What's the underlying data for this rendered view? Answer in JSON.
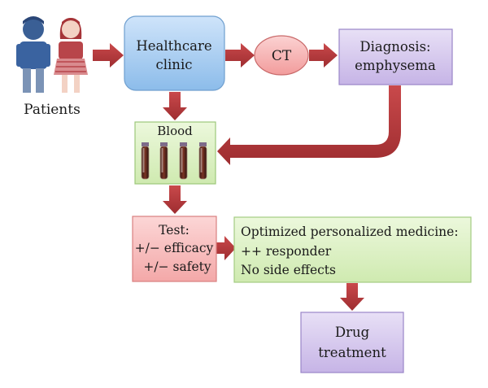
{
  "patients": {
    "label": "Patients"
  },
  "clinic": {
    "line1": "Healthcare",
    "line2": "clinic"
  },
  "ct": {
    "label": "CT"
  },
  "diagnosis": {
    "line1": "Diagnosis:",
    "line2": "emphysema"
  },
  "blood": {
    "label": "Blood"
  },
  "test": {
    "line1": "Test:",
    "line2": "+/− efficacy",
    "line3": "+/− safety"
  },
  "medicine": {
    "line1": "Optimized personalized medicine:",
    "line2": "++ responder",
    "line3": "No side effects"
  },
  "drug": {
    "line1": "Drug",
    "line2": "treatment"
  },
  "colors": {
    "arrow": "#b5393b",
    "clinic_fill": "#a9cdf0",
    "ct_fill": "#f7b3b3",
    "diagnosis_fill": "#d5c8ec",
    "blood_fill": "#dcf0c2",
    "test_fill": "#f7bcbc",
    "medicine_fill": "#e6f6cf",
    "drug_fill": "#d5c8ec"
  }
}
